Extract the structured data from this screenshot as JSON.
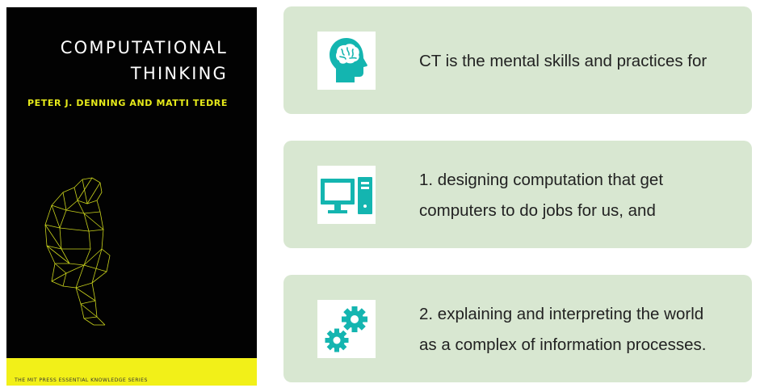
{
  "book": {
    "title_line1": "COMPUTATIONAL",
    "title_line2": "THINKING",
    "authors": "PETER J. DENNING AND MATTI TEDRE",
    "series": "THE MIT PRESS ESSENTIAL KNOWLEDGE SERIES"
  },
  "cards": [
    {
      "icon": "brain-head-icon",
      "lines": [
        "CT is the mental skills and practices for"
      ]
    },
    {
      "icon": "desktop-computer-icon",
      "lines": [
        "1. designing computation that get",
        "computers to do jobs for us, and"
      ]
    },
    {
      "icon": "gears-icon",
      "lines": [
        "2. explaining and interpreting the world",
        "as a complex of  information processes."
      ]
    }
  ],
  "colors": {
    "card_background": "#d8e7d1",
    "icon_teal": "#14b5b0",
    "cover_background": "#020202",
    "cover_accent_yellow": "#f2f018"
  }
}
